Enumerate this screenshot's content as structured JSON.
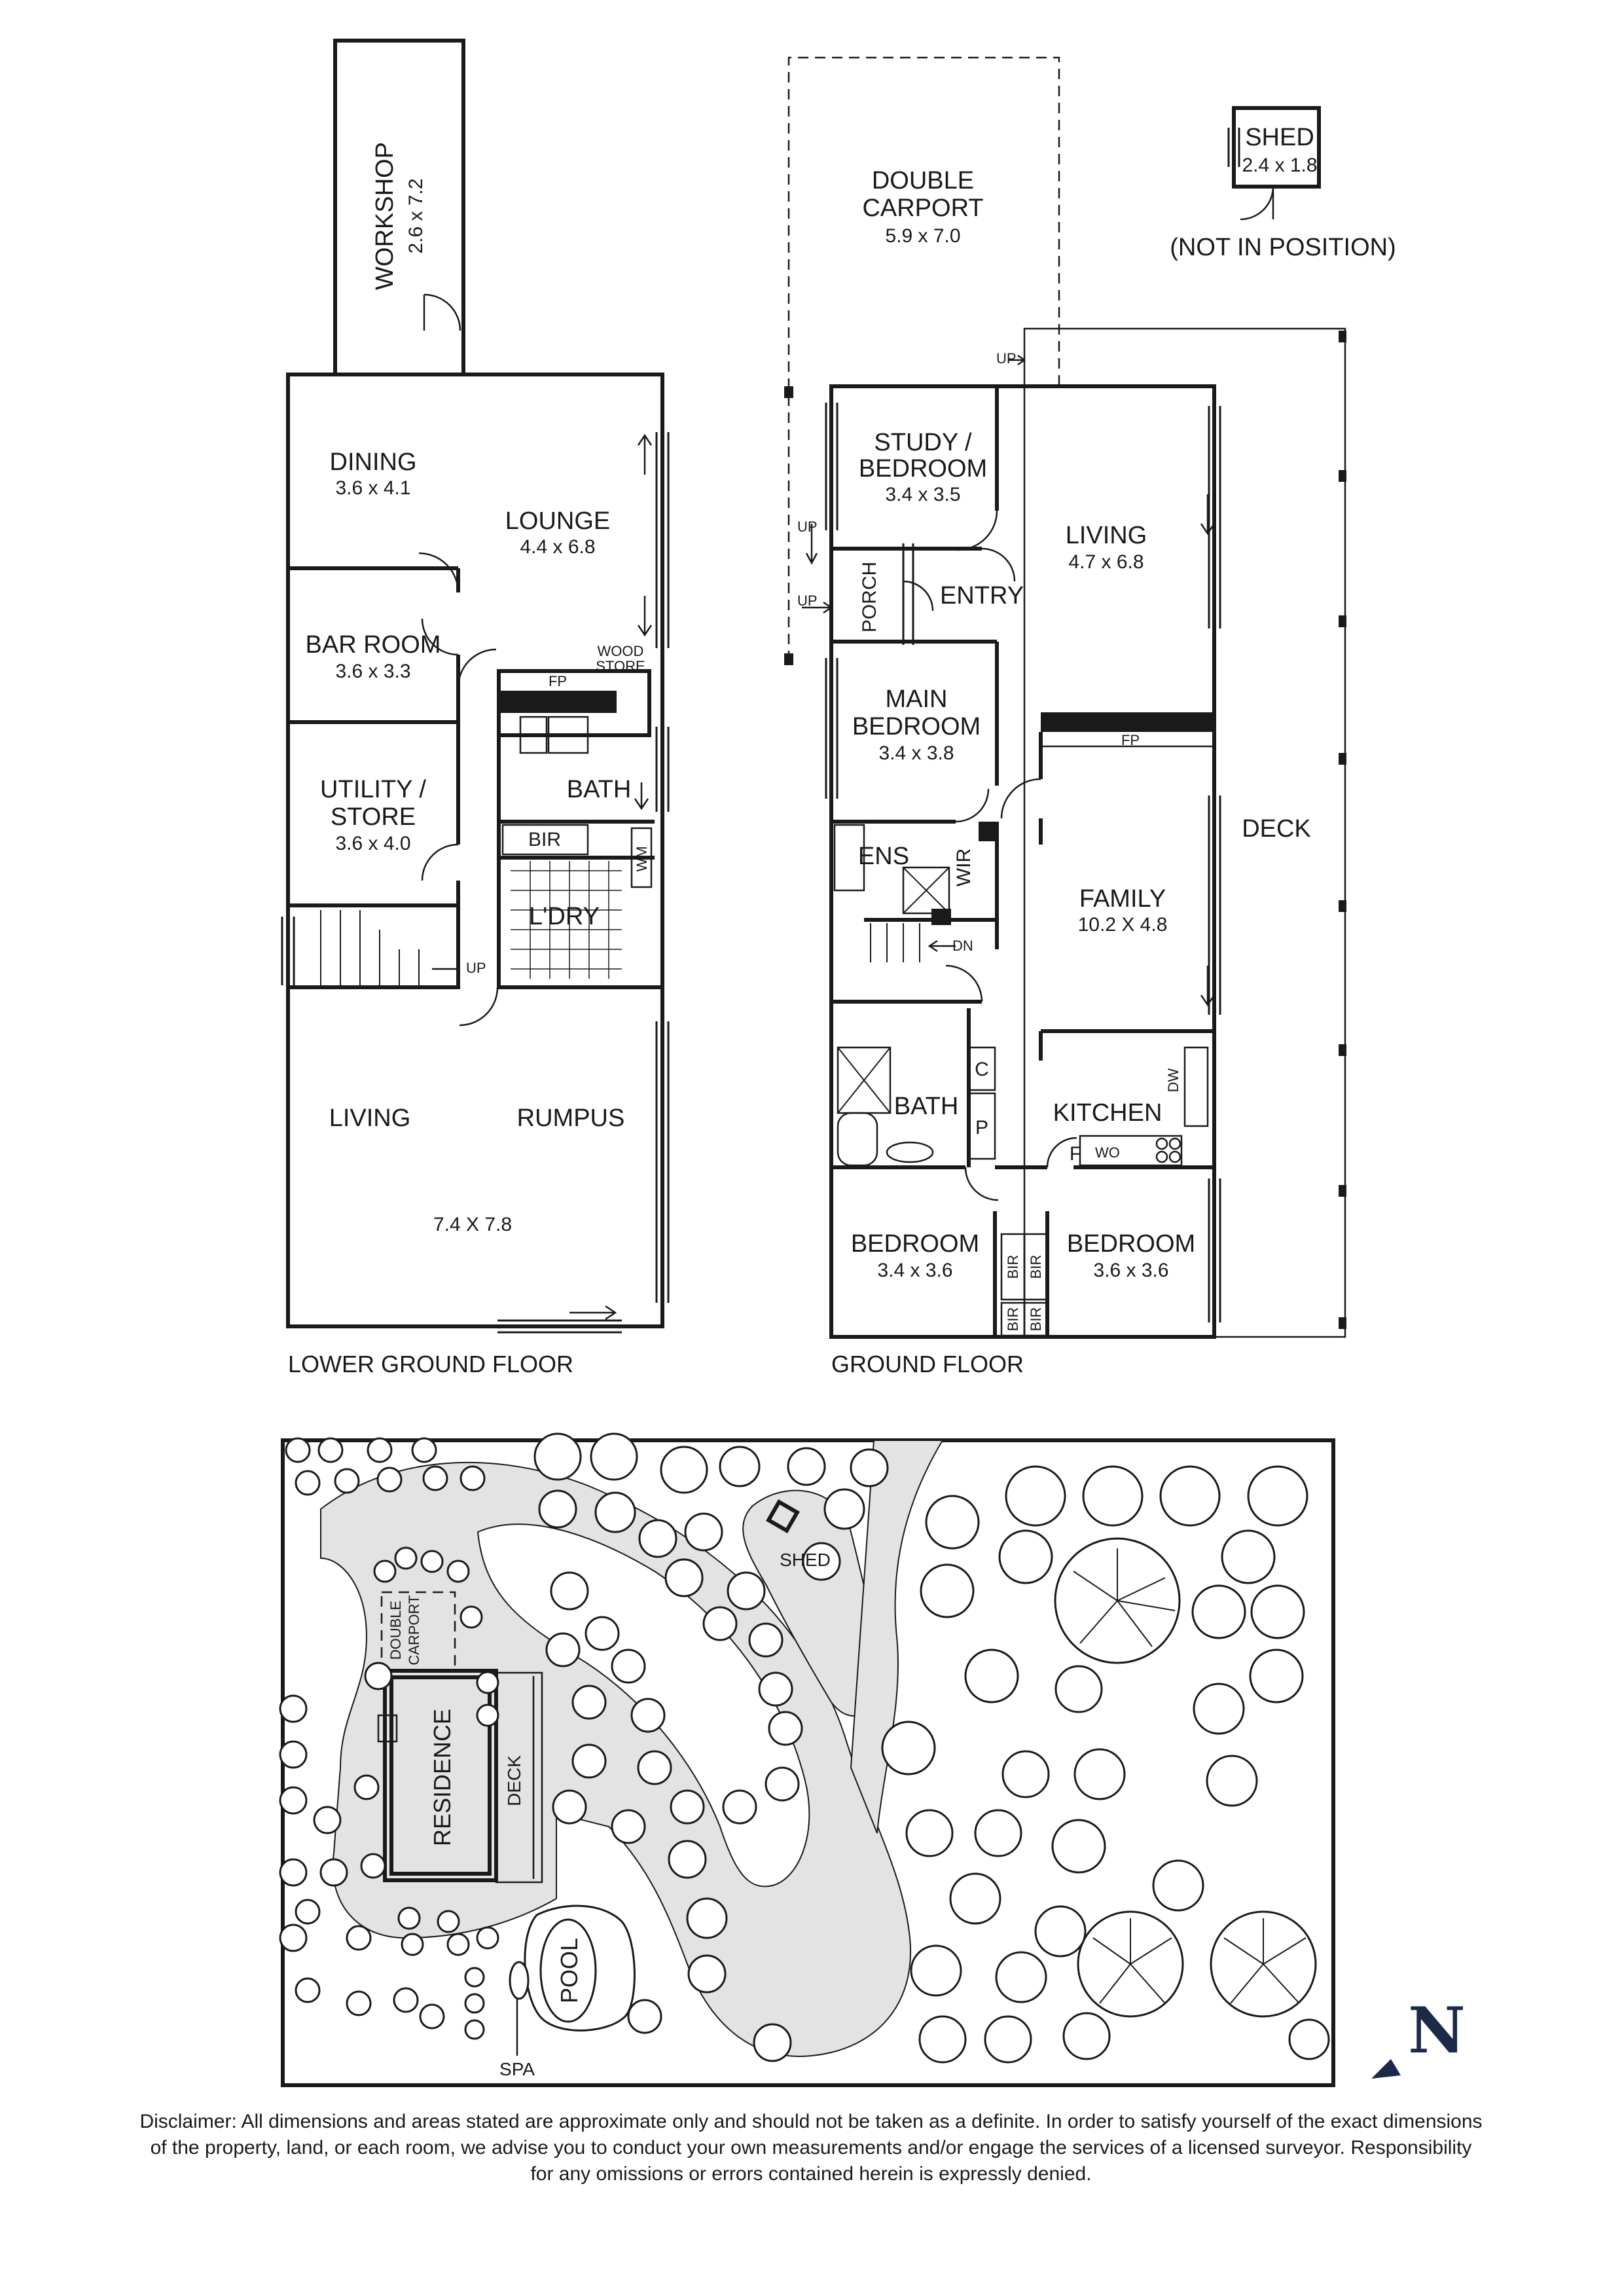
{
  "lower_ground": {
    "caption": "LOWER GROUND FLOOR",
    "workshop": {
      "name": "WORKSHOP",
      "dim": "2.6 x 7.2"
    },
    "dining": {
      "name": "DINING",
      "dim": "3.6 x 4.1"
    },
    "lounge": {
      "name": "LOUNGE",
      "dim": "4.4 x 6.8"
    },
    "bar_room": {
      "name": "BAR ROOM",
      "dim": "3.6 x 3.3"
    },
    "wood_store": {
      "line1": "WOOD",
      "line2": "STORE"
    },
    "fp": "FP",
    "bath": "BATH",
    "bir": "BIR",
    "wm": "WM",
    "utility": {
      "line1": "UTILITY /",
      "line2": "STORE",
      "dim": "3.6 x 4.0"
    },
    "laundry": "L'DRY",
    "up": "UP",
    "living": "LIVING",
    "rumpus": "RUMPUS",
    "living_rumpus_dim": "7.4 X 7.8"
  },
  "ground": {
    "caption": "GROUND FLOOR",
    "carport": {
      "line1": "DOUBLE",
      "line2": "CARPORT",
      "dim": "5.9 x 7.0"
    },
    "study": {
      "line1": "STUDY /",
      "line2": "BEDROOM",
      "dim": "3.4 x 3.5"
    },
    "living": {
      "name": "LIVING",
      "dim": "4.7 x 6.8"
    },
    "porch": "PORCH",
    "entry": "ENTRY",
    "up": "UP",
    "main_bedroom": {
      "line1": "MAIN",
      "line2": "BEDROOM",
      "dim": "3.4 x 3.8"
    },
    "fp": "FP",
    "deck": "DECK",
    "ens": "ENS",
    "wir": "WIR",
    "dn": "DN",
    "family": {
      "name": "FAMILY",
      "dim": "10.2 X 4.8"
    },
    "bath": "BATH",
    "c": "C",
    "p": "P",
    "kitchen": "KITCHEN",
    "dw": "DW",
    "f": "F",
    "wo": "WO",
    "bedroom_left": {
      "name": "BEDROOM",
      "dim": "3.4 x 3.6"
    },
    "bedroom_right": {
      "name": "BEDROOM",
      "dim": "3.6 x 3.6"
    },
    "bir": "BIR"
  },
  "shed": {
    "name": "SHED",
    "dim": "2.4 x 1.8",
    "note": "(NOT IN POSITION)"
  },
  "site": {
    "shed": "SHED",
    "carport": {
      "line1": "DOUBLE",
      "line2": "CARPORT"
    },
    "residence": "RESIDENCE",
    "deck": "DECK",
    "pool": "POOL",
    "spa": "SPA",
    "north": "N"
  },
  "disclaimer": {
    "line1": "Disclaimer: All dimensions and areas stated are approximate only and should not be taken as a definite. In order to satisfy yourself of the exact dimensions",
    "line2": "of the property, land, or each room, we advise you to conduct your own measurements and/or engage the services of a licensed surveyor. Responsibility",
    "line3": "for any omissions or errors contained herein is expressly denied."
  }
}
